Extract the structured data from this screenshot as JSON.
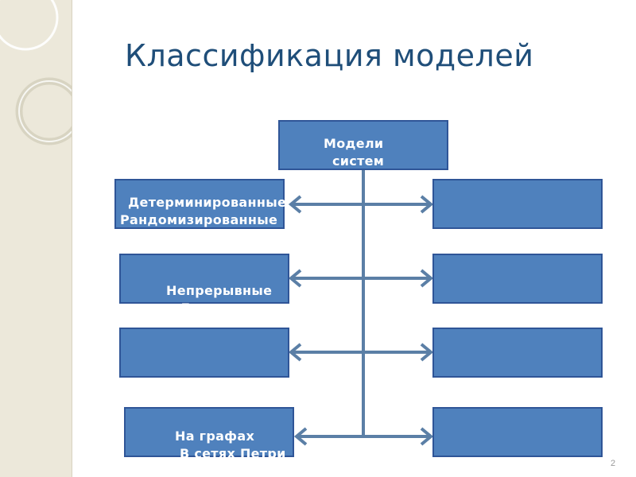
{
  "slide": {
    "title": "Классификация моделей",
    "page_number": "2"
  },
  "diagram": {
    "root": {
      "lines": [
        "Модели",
        "систем"
      ]
    },
    "left": [
      {
        "lines": [
          "Детерминированные",
          "Рандомизированные"
        ]
      },
      {
        "lines": [
          "Непрерывные",
          "Дискретные"
        ]
      },
      {
        "lines": []
      },
      {
        "lines": [
          "На графах",
          "В сетях Петри"
        ]
      }
    ],
    "right": [
      {
        "lines": []
      },
      {
        "lines": []
      },
      {
        "lines": []
      },
      {
        "lines": []
      }
    ]
  },
  "colors": {
    "box_fill": "#4f81bd",
    "box_border": "#2f5597",
    "connector": "#5b7fa6",
    "title": "#1f4e79",
    "side_panel": "#ece8da"
  }
}
